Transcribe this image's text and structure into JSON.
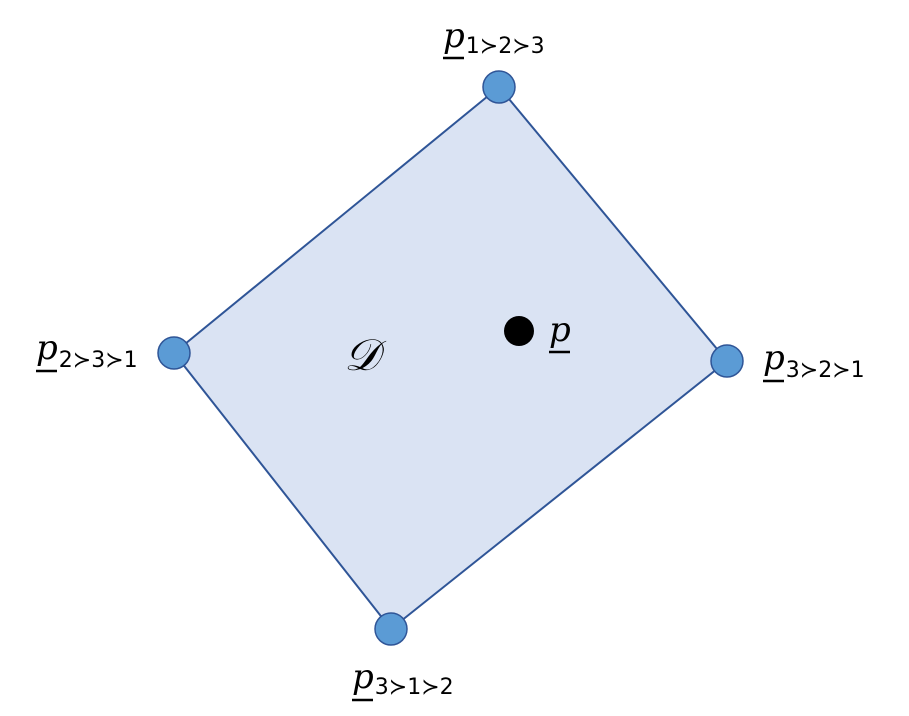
{
  "region": {
    "label": "𝒟"
  },
  "vertices": [
    {
      "id": "v-top",
      "base": "p",
      "subscript": "1≻2≻3"
    },
    {
      "id": "v-left",
      "base": "p",
      "subscript": "2≻3≻1"
    },
    {
      "id": "v-right",
      "base": "p",
      "subscript": "3≻2≻1"
    },
    {
      "id": "v-bottom",
      "base": "p",
      "subscript": "3≻1≻2"
    }
  ],
  "interior_point": {
    "label": "p"
  },
  "colors": {
    "region_fill": "#dae3f3",
    "region_stroke": "#2f5597",
    "vertex_fill": "#5b9bd5",
    "point_fill": "#000000"
  }
}
